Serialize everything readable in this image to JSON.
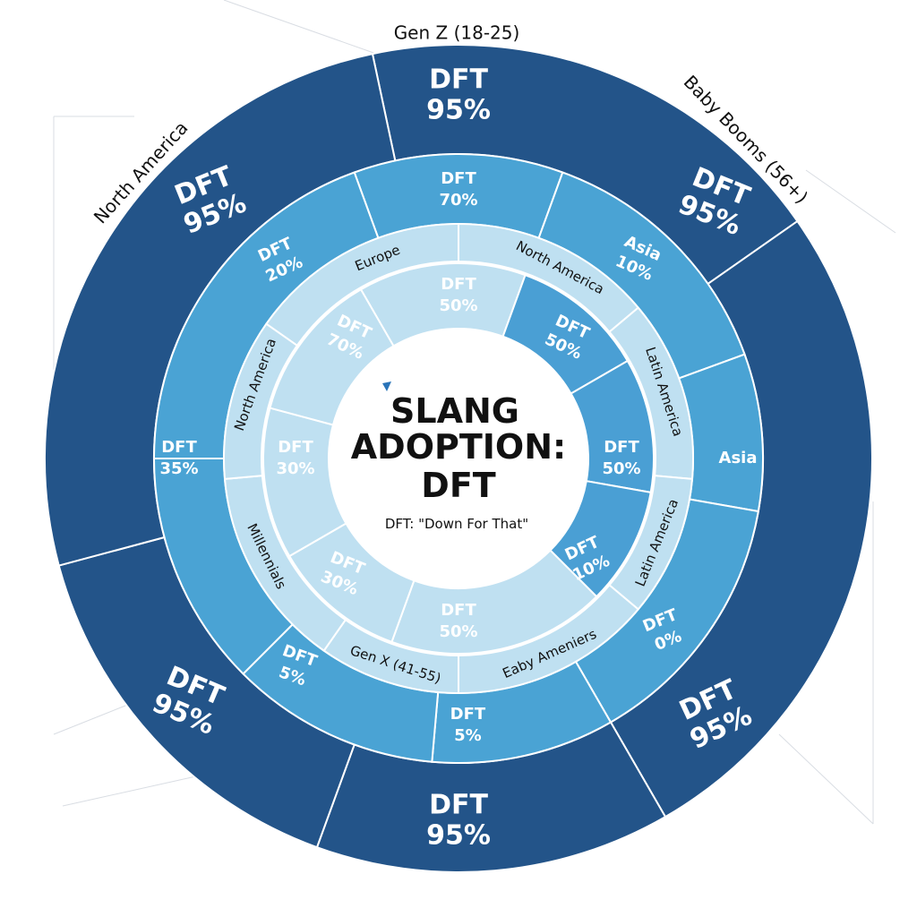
{
  "chart_data": {
    "type": "pie",
    "title": "SLANG ADOPTION: DFT",
    "subtitle": "DFT: \"Down For That\"",
    "colors": {
      "outer": "#235489",
      "middle": "#4aa3d4",
      "inner_light": "#bfe0f1",
      "inner_dark": "#4a9fd4",
      "center": "#ffffff"
    },
    "outer_ring": {
      "segments": [
        {
          "value_label": "DFT",
          "value": "95%"
        },
        {
          "value_label": "DFT",
          "value": "95%"
        },
        {
          "value_label": "DFT",
          "value": "95%"
        },
        {
          "value_label": "DFT",
          "value": "95%"
        },
        {
          "value_label": "DFT",
          "value": "95%"
        }
      ],
      "external_labels": [
        "Gen Z (18-25)",
        "Baby Booms (56+)",
        "North America"
      ]
    },
    "middle_ring": {
      "segments": [
        {
          "label": "DFT",
          "value": "70%"
        },
        {
          "label": "Asia",
          "value": "10%"
        },
        {
          "label": "Asia",
          "value": ""
        },
        {
          "label": "DFT",
          "value": "0%"
        },
        {
          "label": "DFT",
          "value": "5%"
        },
        {
          "label": "DFT",
          "value": "5%"
        },
        {
          "label": "DFT",
          "value": "35%"
        },
        {
          "label": "DFT",
          "value": "20%"
        }
      ]
    },
    "inner_ring": {
      "categories": [
        "Europe",
        "North America",
        "Latin America",
        "Latin America",
        "Eaby Ameniers",
        "Gen X (41-55)",
        "Millennials",
        "North America"
      ]
    },
    "core_ring": {
      "segments": [
        {
          "label": "DFT",
          "value": "50%"
        },
        {
          "label": "DFT",
          "value": "50%"
        },
        {
          "label": "DFT",
          "value": "50%"
        },
        {
          "label": "DFT",
          "value": "10%"
        },
        {
          "label": "DFT",
          "value": "50%"
        },
        {
          "label": "DFT",
          "value": "30%"
        },
        {
          "label": "DFT",
          "value": "30%"
        },
        {
          "label": "DFT",
          "value": "70%"
        }
      ]
    }
  }
}
